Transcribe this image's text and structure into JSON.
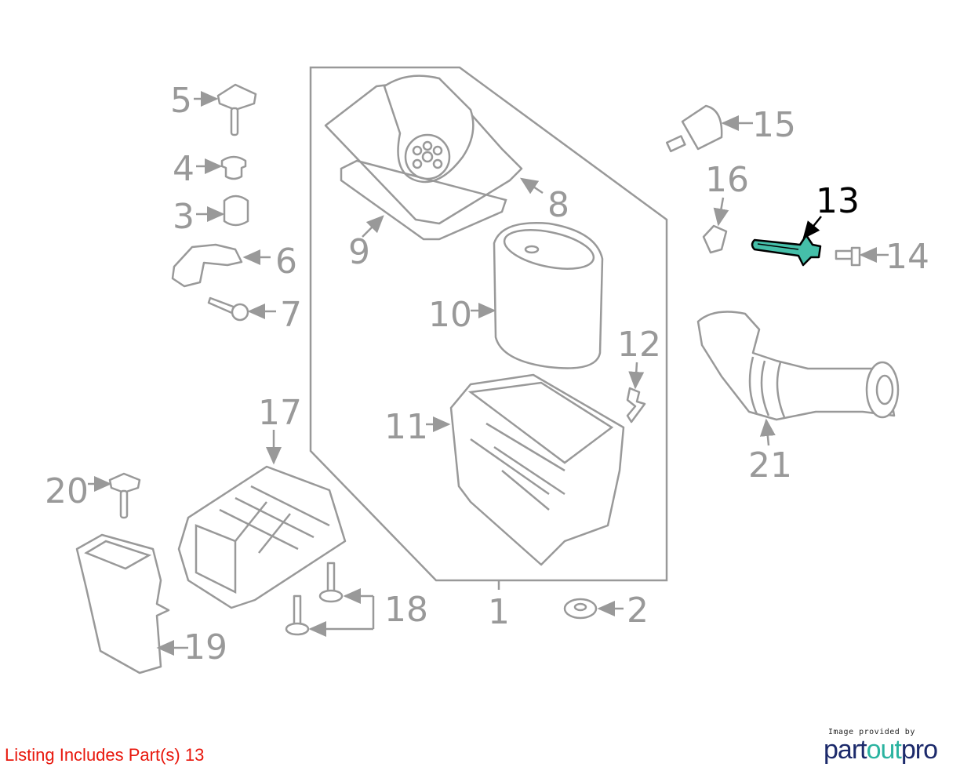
{
  "diagram": {
    "callouts": [
      "1",
      "2",
      "3",
      "4",
      "5",
      "6",
      "7",
      "8",
      "9",
      "10",
      "11",
      "12",
      "13",
      "14",
      "15",
      "16",
      "17",
      "18",
      "19",
      "20",
      "21"
    ],
    "highlighted_part": "13",
    "highlight_color": "#45bfa9"
  },
  "footer": {
    "listing_text": "Listing Includes Part(s) 13",
    "logo_caption": "Image provided by",
    "logo_word_a": "part",
    "logo_word_b": "out",
    "logo_word_c": "pro"
  }
}
